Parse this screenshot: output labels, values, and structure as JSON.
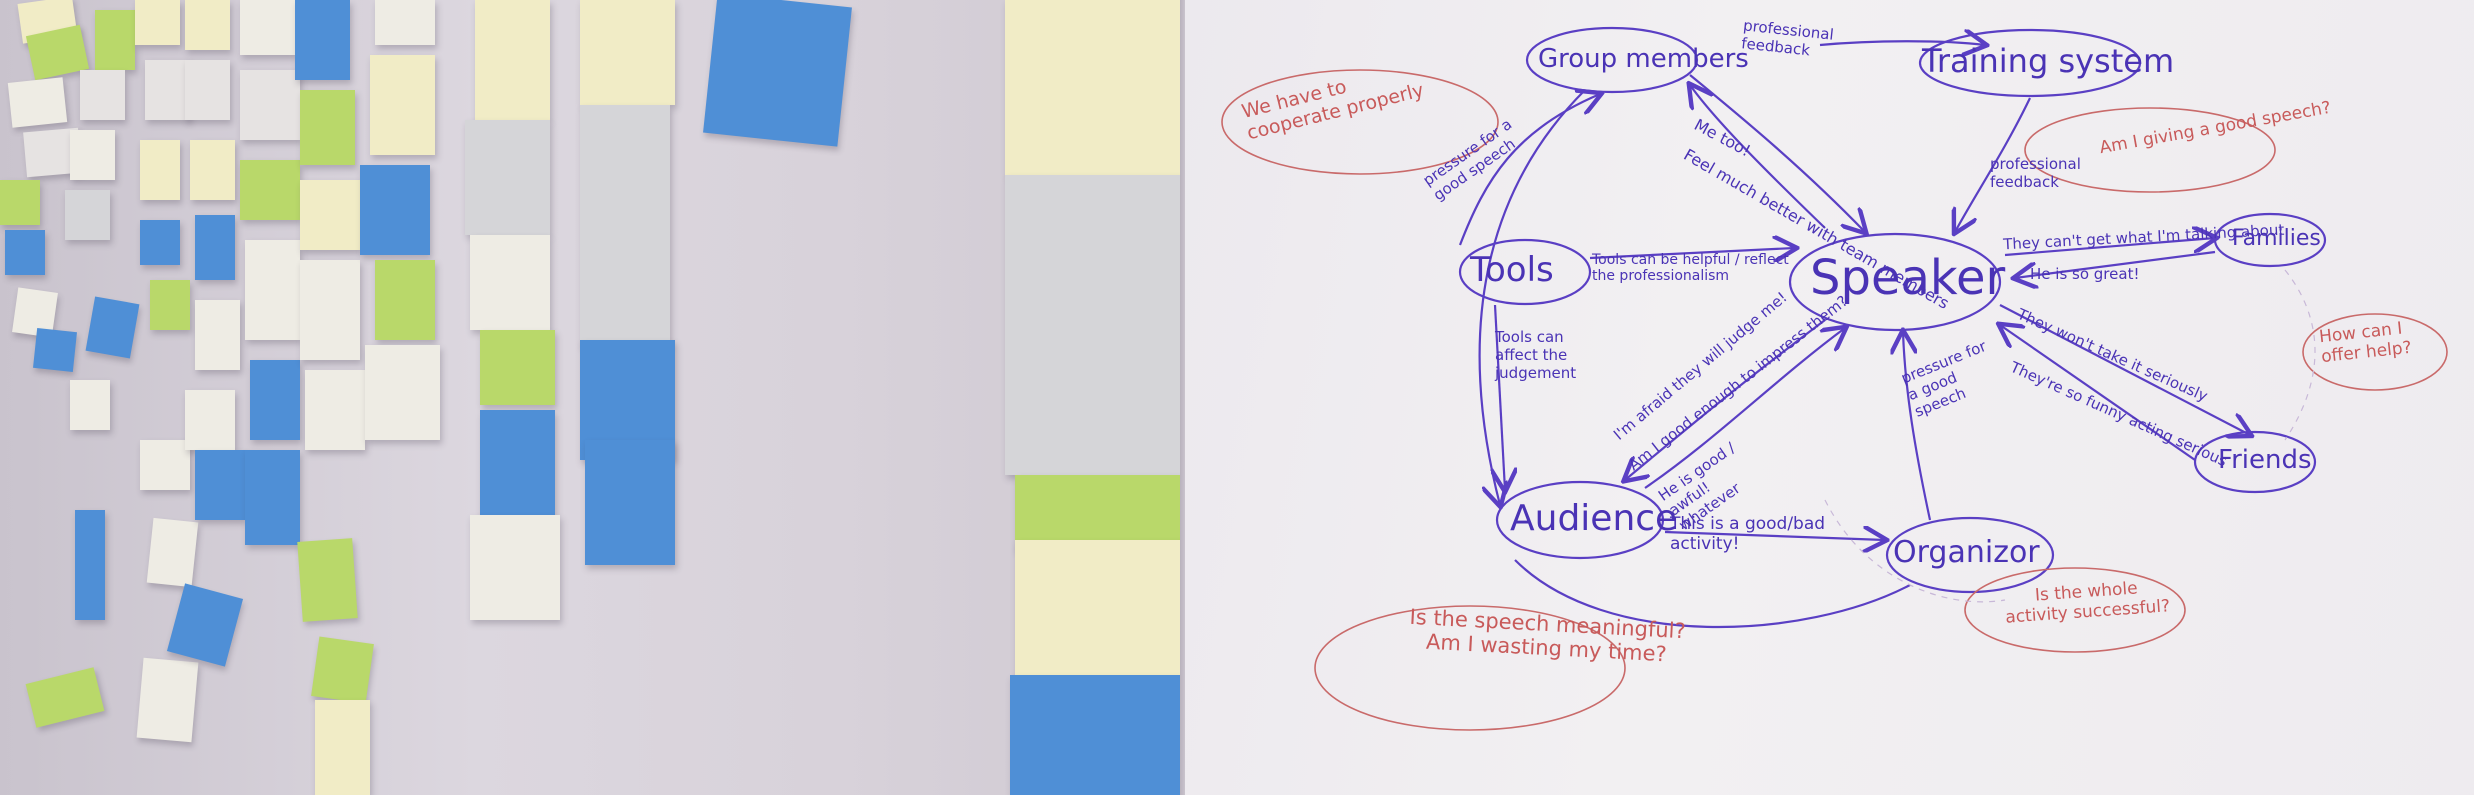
{
  "board": {
    "nodes": {
      "speaker": "Speaker",
      "group_members": "Group members",
      "training_system": "Training system",
      "tools": "Tools",
      "families": "Families",
      "audience": "Audience",
      "organizor": "Organizor",
      "friends": "Friends"
    },
    "edge_labels": {
      "professional_feedback_top": "professional feedback",
      "professional_feedback_right": "professional feedback",
      "feel_better": "Feel much better with team members",
      "me_too": "Me too!",
      "pressure_group": "pressure for a good speech",
      "tools_helpful": "Tools can be helpful / reflect the professionalism",
      "tools_affect": "Tools can affect the judgement",
      "afraid_judge": "I'm afraid they will judge me!",
      "good_enough": "Am I good enough to impress them?",
      "good_awful": "He is good / awful! whatever",
      "pressure_organizor": "pressure for a good speech",
      "good_bad_activity": "This is a good/bad activity!",
      "cant_get": "They can't get what I'm talking about",
      "so_great": "He is so great!",
      "wont_take": "They won't take it seriously",
      "so_funny": "They're so funny acting serious"
    },
    "thoughts": {
      "cooperate": "We have to cooperate properly",
      "good_speech": "Am I giving a good speech?",
      "offer_help": "How can I offer help?",
      "meaningful": "Is the speech meaningful? Am I wasting my time?",
      "successful": "Is the whole activity successful?"
    }
  }
}
